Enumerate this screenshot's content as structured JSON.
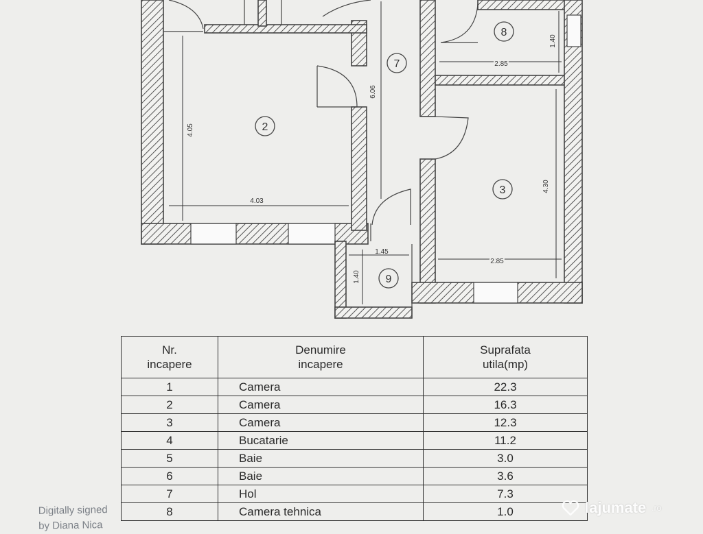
{
  "plan": {
    "rooms": [
      {
        "id": "2",
        "label": "2"
      },
      {
        "id": "3",
        "label": "3"
      },
      {
        "id": "7",
        "label": "7"
      },
      {
        "id": "8",
        "label": "8"
      },
      {
        "id": "9",
        "label": "9"
      }
    ],
    "dimensions": {
      "room2_height": "4.05",
      "room2_width": "4.03",
      "hall_length": "6.06",
      "room8_width": "2.85",
      "room8_height": "1.40",
      "room3_height": "4.30",
      "room3_width": "2.85",
      "room9_width": "1.45",
      "room9_height": "1.40"
    }
  },
  "table": {
    "headers": [
      "Nr.\nincapere",
      "Denumire\nincapere",
      "Suprafata\nutila(mp)"
    ],
    "rows": [
      {
        "nr": "1",
        "name": "Camera",
        "area": "22.3"
      },
      {
        "nr": "2",
        "name": "Camera",
        "area": "16.3"
      },
      {
        "nr": "3",
        "name": "Camera",
        "area": "12.3"
      },
      {
        "nr": "4",
        "name": "Bucatarie",
        "area": "11.2"
      },
      {
        "nr": "5",
        "name": "Baie",
        "area": "3.0"
      },
      {
        "nr": "6",
        "name": "Baie",
        "area": "3.6"
      },
      {
        "nr": "7",
        "name": "Hol",
        "area": "7.3"
      },
      {
        "nr": "8",
        "name": "Camera tehnica",
        "area": "1.0"
      }
    ]
  },
  "signature": {
    "line1": "Digitally signed",
    "line2": "by Diana Nica"
  },
  "watermark": {
    "brand": "lajumate",
    "tld": ".ro"
  }
}
